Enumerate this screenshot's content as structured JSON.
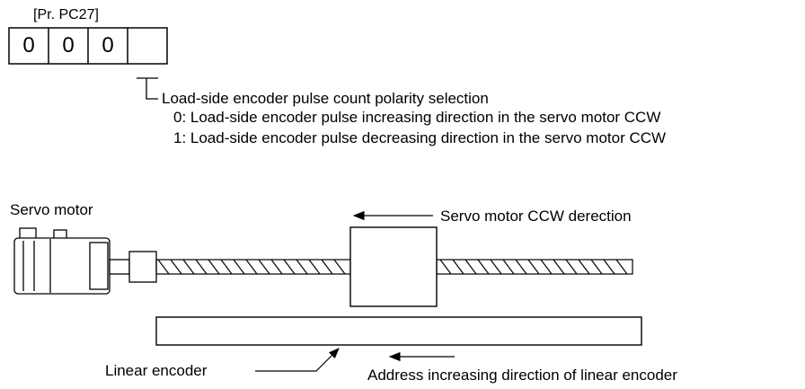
{
  "parameter": {
    "label": "[Pr. PC27]",
    "digits": [
      "0",
      "0",
      "0",
      ""
    ]
  },
  "setting": {
    "title": "Load-side encoder pulse count polarity selection",
    "options": [
      "0: Load-side encoder pulse increasing direction in the servo motor CCW",
      "1: Load-side encoder pulse decreasing direction in the servo motor CCW"
    ]
  },
  "diagram": {
    "servo_motor_label": "Servo motor",
    "ccw_direction_label": "Servo motor CCW derection",
    "linear_encoder_label": "Linear encoder",
    "address_direction_label": "Address increasing direction of linear encoder"
  }
}
